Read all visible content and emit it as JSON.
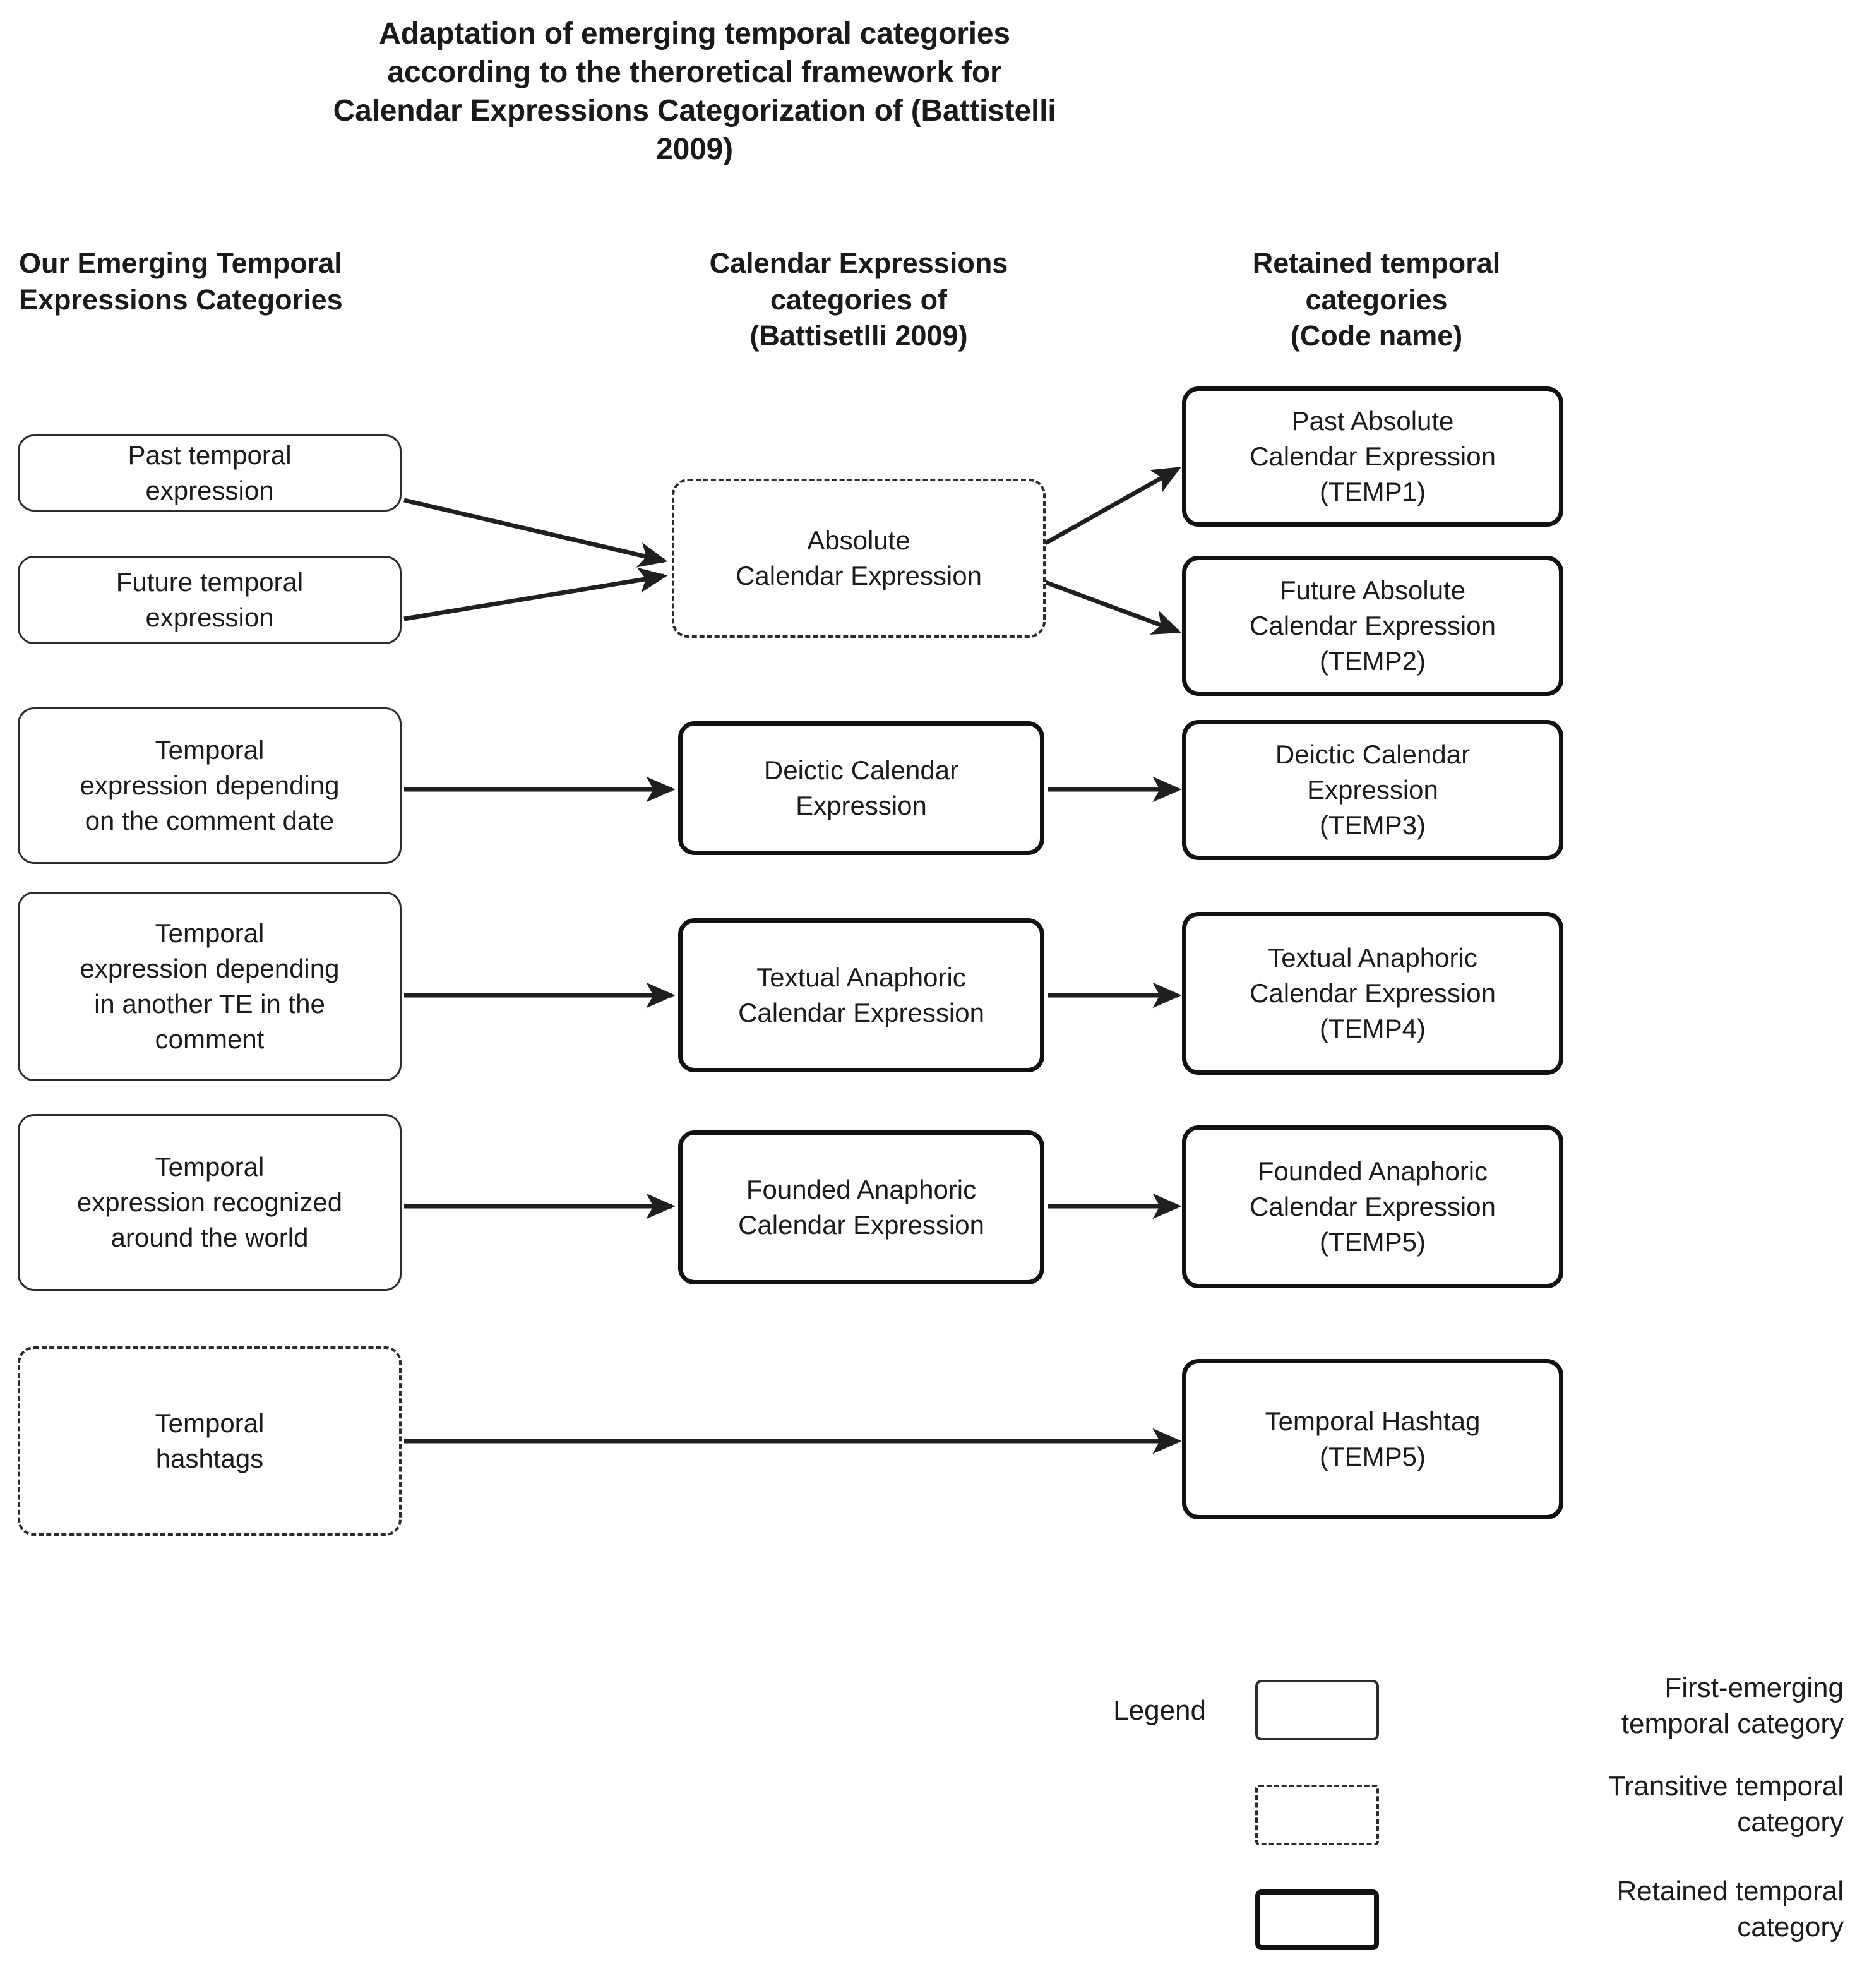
{
  "title": "Adaptation of emerging temporal categories\naccording to the theroretical framework for\nCalendar Expressions Categorization of (Battistelli\n2009)",
  "columns": [
    {
      "header": "Our Emerging Temporal\nExpressions Categories"
    },
    {
      "header": "Calendar Expressions\ncategories of\n(Battisetlli 2009)"
    },
    {
      "header": "Retained temporal\ncategories\n(Code name)"
    }
  ],
  "nodes": {
    "left": [
      {
        "label": "Past temporal\nexpression",
        "style": "thin"
      },
      {
        "label": "Future temporal\nexpression",
        "style": "thin"
      },
      {
        "label": "Temporal\nexpression depending\non the comment date",
        "style": "thin"
      },
      {
        "label": "Temporal\nexpression depending\nin another TE in the\ncomment",
        "style": "thin"
      },
      {
        "label": "Temporal\nexpression recognized\naround the world",
        "style": "thin"
      },
      {
        "label": "Temporal\nhashtags",
        "style": "dashed"
      }
    ],
    "middle": [
      {
        "label": "Absolute\nCalendar Expression",
        "style": "dashed"
      },
      {
        "label": "Deictic Calendar\nExpression",
        "style": "thick"
      },
      {
        "label": "Textual Anaphoric\nCalendar Expression",
        "style": "thick"
      },
      {
        "label": "Founded Anaphoric\nCalendar Expression",
        "style": "thick"
      }
    ],
    "right": [
      {
        "label": "Past Absolute\nCalendar Expression\n(TEMP1)",
        "style": "thick"
      },
      {
        "label": "Future Absolute\nCalendar Expression\n(TEMP2)",
        "style": "thick"
      },
      {
        "label": "Deictic Calendar\nExpression\n(TEMP3)",
        "style": "thick"
      },
      {
        "label": "Textual Anaphoric\nCalendar Expression\n(TEMP4)",
        "style": "thick"
      },
      {
        "label": "Founded Anaphoric\nCalendar Expression\n(TEMP5)",
        "style": "thick"
      },
      {
        "label": "Temporal Hashtag\n(TEMP5)",
        "style": "thick"
      }
    ]
  },
  "legend": {
    "label": "Legend",
    "items": [
      {
        "swatch": "solid-thin-box",
        "text": "First-emerging\ntemporal category"
      },
      {
        "swatch": "dashed-box",
        "text": "Transitive temporal\ncategory"
      },
      {
        "swatch": "solid-thick-box",
        "text": "Retained temporal\ncategory"
      }
    ]
  },
  "colors": {
    "background": "#ffffff",
    "text": "#1a1a1a",
    "border_thin": "#2b2b2b",
    "border_thick": "#111111",
    "connector": "#1f1f1f"
  }
}
